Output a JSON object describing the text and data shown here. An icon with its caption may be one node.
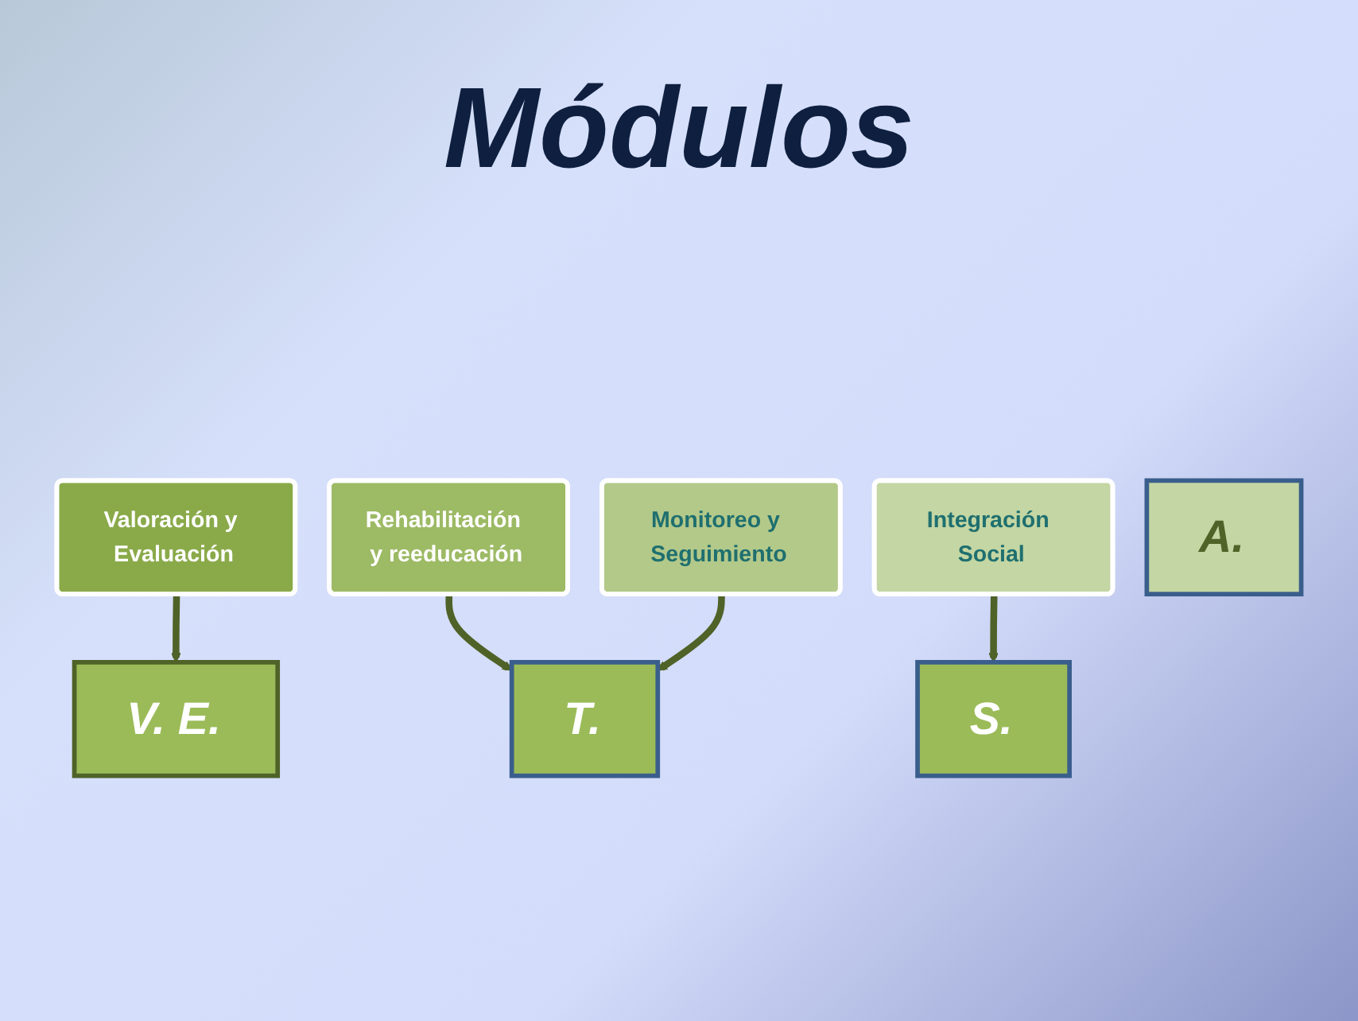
{
  "diagram": {
    "title": "Módulos",
    "nodes": [
      {
        "text": [
          "Valoración y Evaluación"
        ]
      },
      {
        "text": [
          "Rehabilitación y reeducación"
        ]
      },
      {
        "text": [
          "Monitoreo y Seguimiento"
        ]
      },
      {
        "text": [
          "Integración Social"
        ]
      },
      {
        "text": [
          "V. E."
        ]
      },
      {
        "text": [
          "T."
        ]
      },
      {
        "text": [
          "A."
        ]
      },
      {
        "text": [
          "S."
        ]
      }
    ],
    "edges": [
      {
        "from": 0,
        "to": 4,
        "arrow": "to"
      },
      {
        "from": 1,
        "to": 5,
        "arrow": "to"
      },
      {
        "from": 2,
        "to": 5,
        "arrow": "to"
      },
      {
        "from": 3,
        "to": 7,
        "arrow": "to"
      }
    ]
  }
}
